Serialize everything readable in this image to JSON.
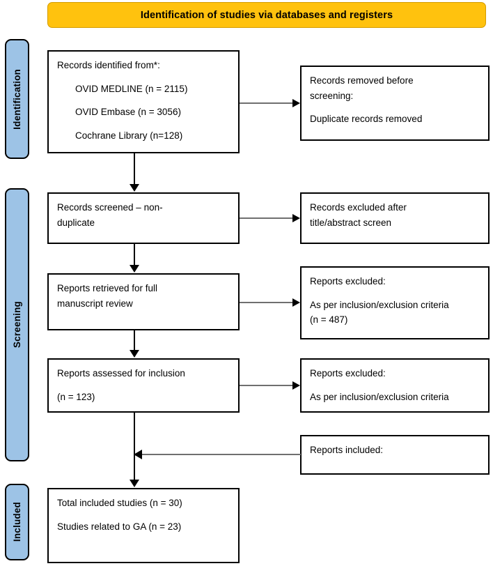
{
  "header": {
    "title": "Identification of studies via databases and registers"
  },
  "colors": {
    "header_background": "#FFC20E",
    "stage_bar_background": "#9DC3E6",
    "box_border": "#000000",
    "connector_line": "#6F6F6F"
  },
  "stages": [
    {
      "label": "Identification"
    },
    {
      "label": "Screening"
    },
    {
      "label": "Included"
    }
  ],
  "boxes": {
    "records_identified": {
      "heading": "Records identified from*:",
      "sources": [
        "OVID MEDLINE (n = 2115)",
        "OVID Embase (n = 3056)",
        "Cochrane Library (n=128)"
      ]
    },
    "records_removed": {
      "line1": "Records removed before",
      "line2": "screening:",
      "line3": "Duplicate records removed"
    },
    "records_screened": {
      "line1": "Records screened – non-",
      "line2": "duplicate"
    },
    "records_excluded": {
      "line1": "Records excluded after",
      "line2": "title/abstract screen"
    },
    "reports_retrieved": {
      "line1": "Reports retrieved for full",
      "line2": "manuscript review"
    },
    "reports_excluded_1": {
      "heading": "Reports excluded:",
      "reason": "As per inclusion/exclusion criteria",
      "count": "(n = 487)"
    },
    "reports_assessed": {
      "heading": "Reports assessed for inclusion",
      "count": "(n = 123)"
    },
    "reports_excluded_2": {
      "heading": "Reports excluded:",
      "reason": "As per inclusion/exclusion criteria"
    },
    "reports_included": {
      "heading": "Reports included:"
    },
    "total_included": {
      "line1": "Total included studies (n = 30)",
      "line2": "Studies related to GA (n = 23)"
    }
  }
}
